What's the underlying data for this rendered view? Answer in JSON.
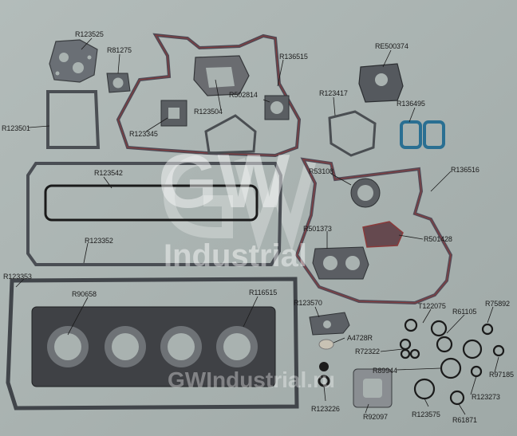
{
  "watermark": {
    "logo_text": "GW",
    "sub_text": "Industrial",
    "site_text": "GWIndustrial.ru"
  },
  "parts": [
    {
      "id": "p-r123525",
      "label": "R123525"
    },
    {
      "id": "p-r81275",
      "label": "R81275"
    },
    {
      "id": "p-r136515",
      "label": "R136515"
    },
    {
      "id": "p-re500374",
      "label": "RE500374"
    },
    {
      "id": "p-r502814",
      "label": "R502814"
    },
    {
      "id": "p-r123504",
      "label": "R123504"
    },
    {
      "id": "p-r123417",
      "label": "R123417"
    },
    {
      "id": "p-r136495",
      "label": "R136495"
    },
    {
      "id": "p-r123501",
      "label": "R123501"
    },
    {
      "id": "p-r123345",
      "label": "R123345"
    },
    {
      "id": "p-r53108",
      "label": "R53108"
    },
    {
      "id": "p-r136516",
      "label": "R136516"
    },
    {
      "id": "p-r123542",
      "label": "R123542"
    },
    {
      "id": "p-r501373",
      "label": "R501373"
    },
    {
      "id": "p-r501428",
      "label": "R501428"
    },
    {
      "id": "p-r123352",
      "label": "R123352"
    },
    {
      "id": "p-r123353",
      "label": "R123353"
    },
    {
      "id": "p-r90658",
      "label": "R90658"
    },
    {
      "id": "p-r116515",
      "label": "R116515"
    },
    {
      "id": "p-r123570",
      "label": "R123570"
    },
    {
      "id": "p-t122075",
      "label": "T122075"
    },
    {
      "id": "p-r61105",
      "label": "R61105"
    },
    {
      "id": "p-r75892",
      "label": "R75892"
    },
    {
      "id": "p-a4728r",
      "label": "A4728R"
    },
    {
      "id": "p-r72322",
      "label": "R72322"
    },
    {
      "id": "p-r97185",
      "label": "R97185"
    },
    {
      "id": "p-r89944",
      "label": "R89944"
    },
    {
      "id": "p-r123273",
      "label": "R123273"
    },
    {
      "id": "p-r123226",
      "label": "R123226"
    },
    {
      "id": "p-r123575",
      "label": "R123575"
    },
    {
      "id": "p-r92097",
      "label": "R92097"
    },
    {
      "id": "p-r61871",
      "label": "R61871"
    }
  ]
}
